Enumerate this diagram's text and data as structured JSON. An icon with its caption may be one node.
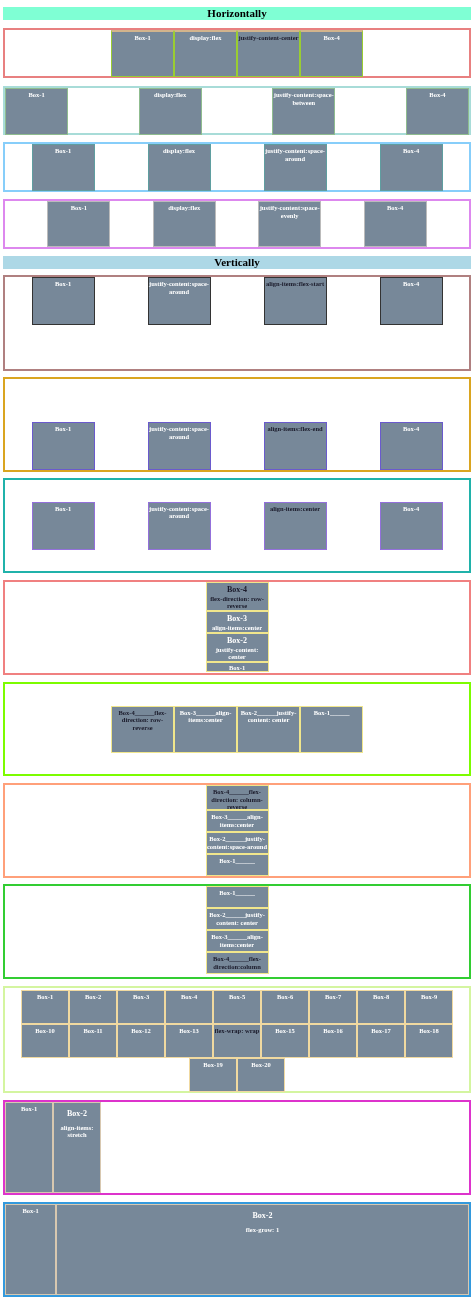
{
  "diagram": {
    "nodes": [
      {
        "text": [
          "Horizontally"
        ]
      },
      {
        "text": [],
        "shape": "box"
      },
      {
        "text": [
          "Box-1"
        ],
        "in": 1
      },
      {
        "text": [
          "display:flex"
        ],
        "in": 1
      },
      {
        "text": [
          "justify-content-center"
        ],
        "in": 1
      },
      {
        "text": [
          "Box-4"
        ],
        "in": 1
      },
      {
        "text": [],
        "shape": "box"
      },
      {
        "text": [
          "Box-1"
        ],
        "in": 6
      },
      {
        "text": [
          "display:flex"
        ],
        "in": 6
      },
      {
        "text": [
          "justify-content:space-between"
        ],
        "in": 6
      },
      {
        "text": [
          "Box-4"
        ],
        "in": 6
      },
      {
        "text": [],
        "shape": "box"
      },
      {
        "text": [
          "Box-1"
        ],
        "in": 11
      },
      {
        "text": [
          "display:flex"
        ],
        "in": 11
      },
      {
        "text": [
          "justify-content:space-around"
        ],
        "in": 11
      },
      {
        "text": [
          "Box-4"
        ],
        "in": 11
      },
      {
        "text": [],
        "shape": "box"
      },
      {
        "text": [
          "Box-1"
        ],
        "in": 16
      },
      {
        "text": [
          "display:flex"
        ],
        "in": 16
      },
      {
        "text": [
          "justify-content:space-evenly"
        ],
        "in": 16
      },
      {
        "text": [
          "Box-4"
        ],
        "in": 16
      },
      {
        "text": [
          "Vertically"
        ]
      },
      {
        "text": [],
        "shape": "box"
      },
      {
        "text": [
          "Box-1"
        ],
        "in": 22
      },
      {
        "text": [
          "justify-content:space-around"
        ],
        "in": 22
      },
      {
        "text": [
          "align-items:flex-start"
        ],
        "in": 22
      },
      {
        "text": [
          "Box-4"
        ],
        "in": 22
      },
      {
        "text": [],
        "shape": "box"
      },
      {
        "text": [
          "Box-1"
        ],
        "in": 27
      },
      {
        "text": [
          "justify-content:space-around"
        ],
        "in": 27
      },
      {
        "text": [
          "align-items:flex-end"
        ],
        "in": 27
      },
      {
        "text": [
          "Box-4"
        ],
        "in": 27
      },
      {
        "text": [],
        "shape": "box"
      },
      {
        "text": [
          "Box-1"
        ],
        "in": 32
      },
      {
        "text": [
          "justify-content:space-around"
        ],
        "in": 32
      },
      {
        "text": [
          "align-items:center"
        ],
        "in": 32
      },
      {
        "text": [
          "Box-4"
        ],
        "in": 32
      },
      {
        "text": [],
        "shape": "box"
      },
      {
        "text": [
          "Box-4",
          "flex-direction: row-reverse"
        ],
        "in": 37
      },
      {
        "text": [
          "Box-3",
          "align-items:center"
        ],
        "in": 37
      },
      {
        "text": [
          "Box-2",
          "justify-content: center"
        ],
        "in": 37
      },
      {
        "text": [
          "Box-1"
        ],
        "in": 37
      },
      {
        "text": [],
        "shape": "box"
      },
      {
        "text": [
          "Box-4______flex-direction: row-reverse"
        ],
        "in": 42
      },
      {
        "text": [
          "Box-3______align-items:center"
        ],
        "in": 42
      },
      {
        "text": [
          "Box-2______justify-content: center"
        ],
        "in": 42
      },
      {
        "text": [
          "Box-1______"
        ],
        "in": 42
      },
      {
        "text": [],
        "shape": "box"
      },
      {
        "text": [
          "Box-4______flex-direction: column-reverse"
        ],
        "in": 47
      },
      {
        "text": [
          "Box-3______align-items:center"
        ],
        "in": 47
      },
      {
        "text": [
          "Box-2______justify-content:space-around"
        ],
        "in": 47
      },
      {
        "text": [
          "Box-1______"
        ],
        "in": 47
      },
      {
        "text": [],
        "shape": "box"
      },
      {
        "text": [
          "Box-1______"
        ],
        "in": 52
      },
      {
        "text": [
          "Box-2______justify-content: center"
        ],
        "in": 52
      },
      {
        "text": [
          "Box-3______align-items:center"
        ],
        "in": 52
      },
      {
        "text": [
          "Box-4______flex-direction:column"
        ],
        "in": 52
      },
      {
        "text": [],
        "shape": "box"
      },
      {
        "text": [
          "Box-1"
        ],
        "in": 57
      },
      {
        "text": [
          "Box-2"
        ],
        "in": 57
      },
      {
        "text": [
          "Box-3"
        ],
        "in": 57
      },
      {
        "text": [
          "Box-4"
        ],
        "in": 57
      },
      {
        "text": [
          "Box-5"
        ],
        "in": 57
      },
      {
        "text": [
          "Box-6"
        ],
        "in": 57
      },
      {
        "text": [
          "Box-7"
        ],
        "in": 57
      },
      {
        "text": [
          "Box-8"
        ],
        "in": 57
      },
      {
        "text": [
          "Box-9"
        ],
        "in": 57
      },
      {
        "text": [
          "Box-10"
        ],
        "in": 57
      },
      {
        "text": [
          "Box-11"
        ],
        "in": 57
      },
      {
        "text": [
          "Box-12"
        ],
        "in": 57
      },
      {
        "text": [
          "Box-13"
        ],
        "in": 57
      },
      {
        "text": [
          "flex-wrap: wrap"
        ],
        "in": 57
      },
      {
        "text": [
          "Box-15"
        ],
        "in": 57
      },
      {
        "text": [
          "Box-16"
        ],
        "in": 57
      },
      {
        "text": [
          "Box-17"
        ],
        "in": 57
      },
      {
        "text": [
          "Box-18"
        ],
        "in": 57
      },
      {
        "text": [
          "Box-19"
        ],
        "in": 57
      },
      {
        "text": [
          "Box-20"
        ],
        "in": 57
      },
      {
        "text": [],
        "shape": "box"
      },
      {
        "text": [
          "Box-1"
        ],
        "in": 78
      },
      {
        "text": [
          "Box-2",
          "align-items: stretch"
        ],
        "in": 78
      },
      {
        "text": [],
        "shape": "box"
      },
      {
        "text": [
          "Box-1"
        ],
        "in": 81
      },
      {
        "text": [
          "Box-2",
          "flex-grow: 1"
        ],
        "in": 81
      }
    ]
  }
}
